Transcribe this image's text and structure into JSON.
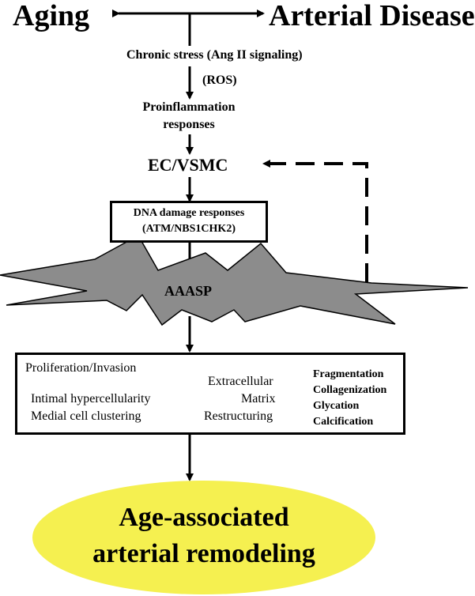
{
  "header": {
    "left_label": "Aging",
    "right_label": "Arterial Disease"
  },
  "stress": {
    "label": "Chronic stress (Ang II signaling)",
    "ros": "(ROS)"
  },
  "inflammation": {
    "line1": "Proinflammation",
    "line2": "responses"
  },
  "cells": {
    "label": "EC/VSMC"
  },
  "dna_box": {
    "line1": "DNA damage responses",
    "line2": "(ATM/NBS1CHK2)"
  },
  "phenotype": {
    "label": "AAASP",
    "fill_color": "#8c8c8c"
  },
  "outcomes_box": {
    "proliferation": "Proliferation/Invasion",
    "intimal": "Intimal hypercellularity",
    "medial": "Medial cell clustering",
    "ecm_line1": "Extracellular",
    "ecm_line2": "Matrix",
    "ecm_line3": "Restructuring",
    "ecm_items": [
      "Fragmentation",
      "Collagenization",
      "Glycation",
      "Calcification"
    ]
  },
  "result": {
    "line1": "Age-associated",
    "line2": "arterial remodeling",
    "fill_color": "#f5f050"
  }
}
